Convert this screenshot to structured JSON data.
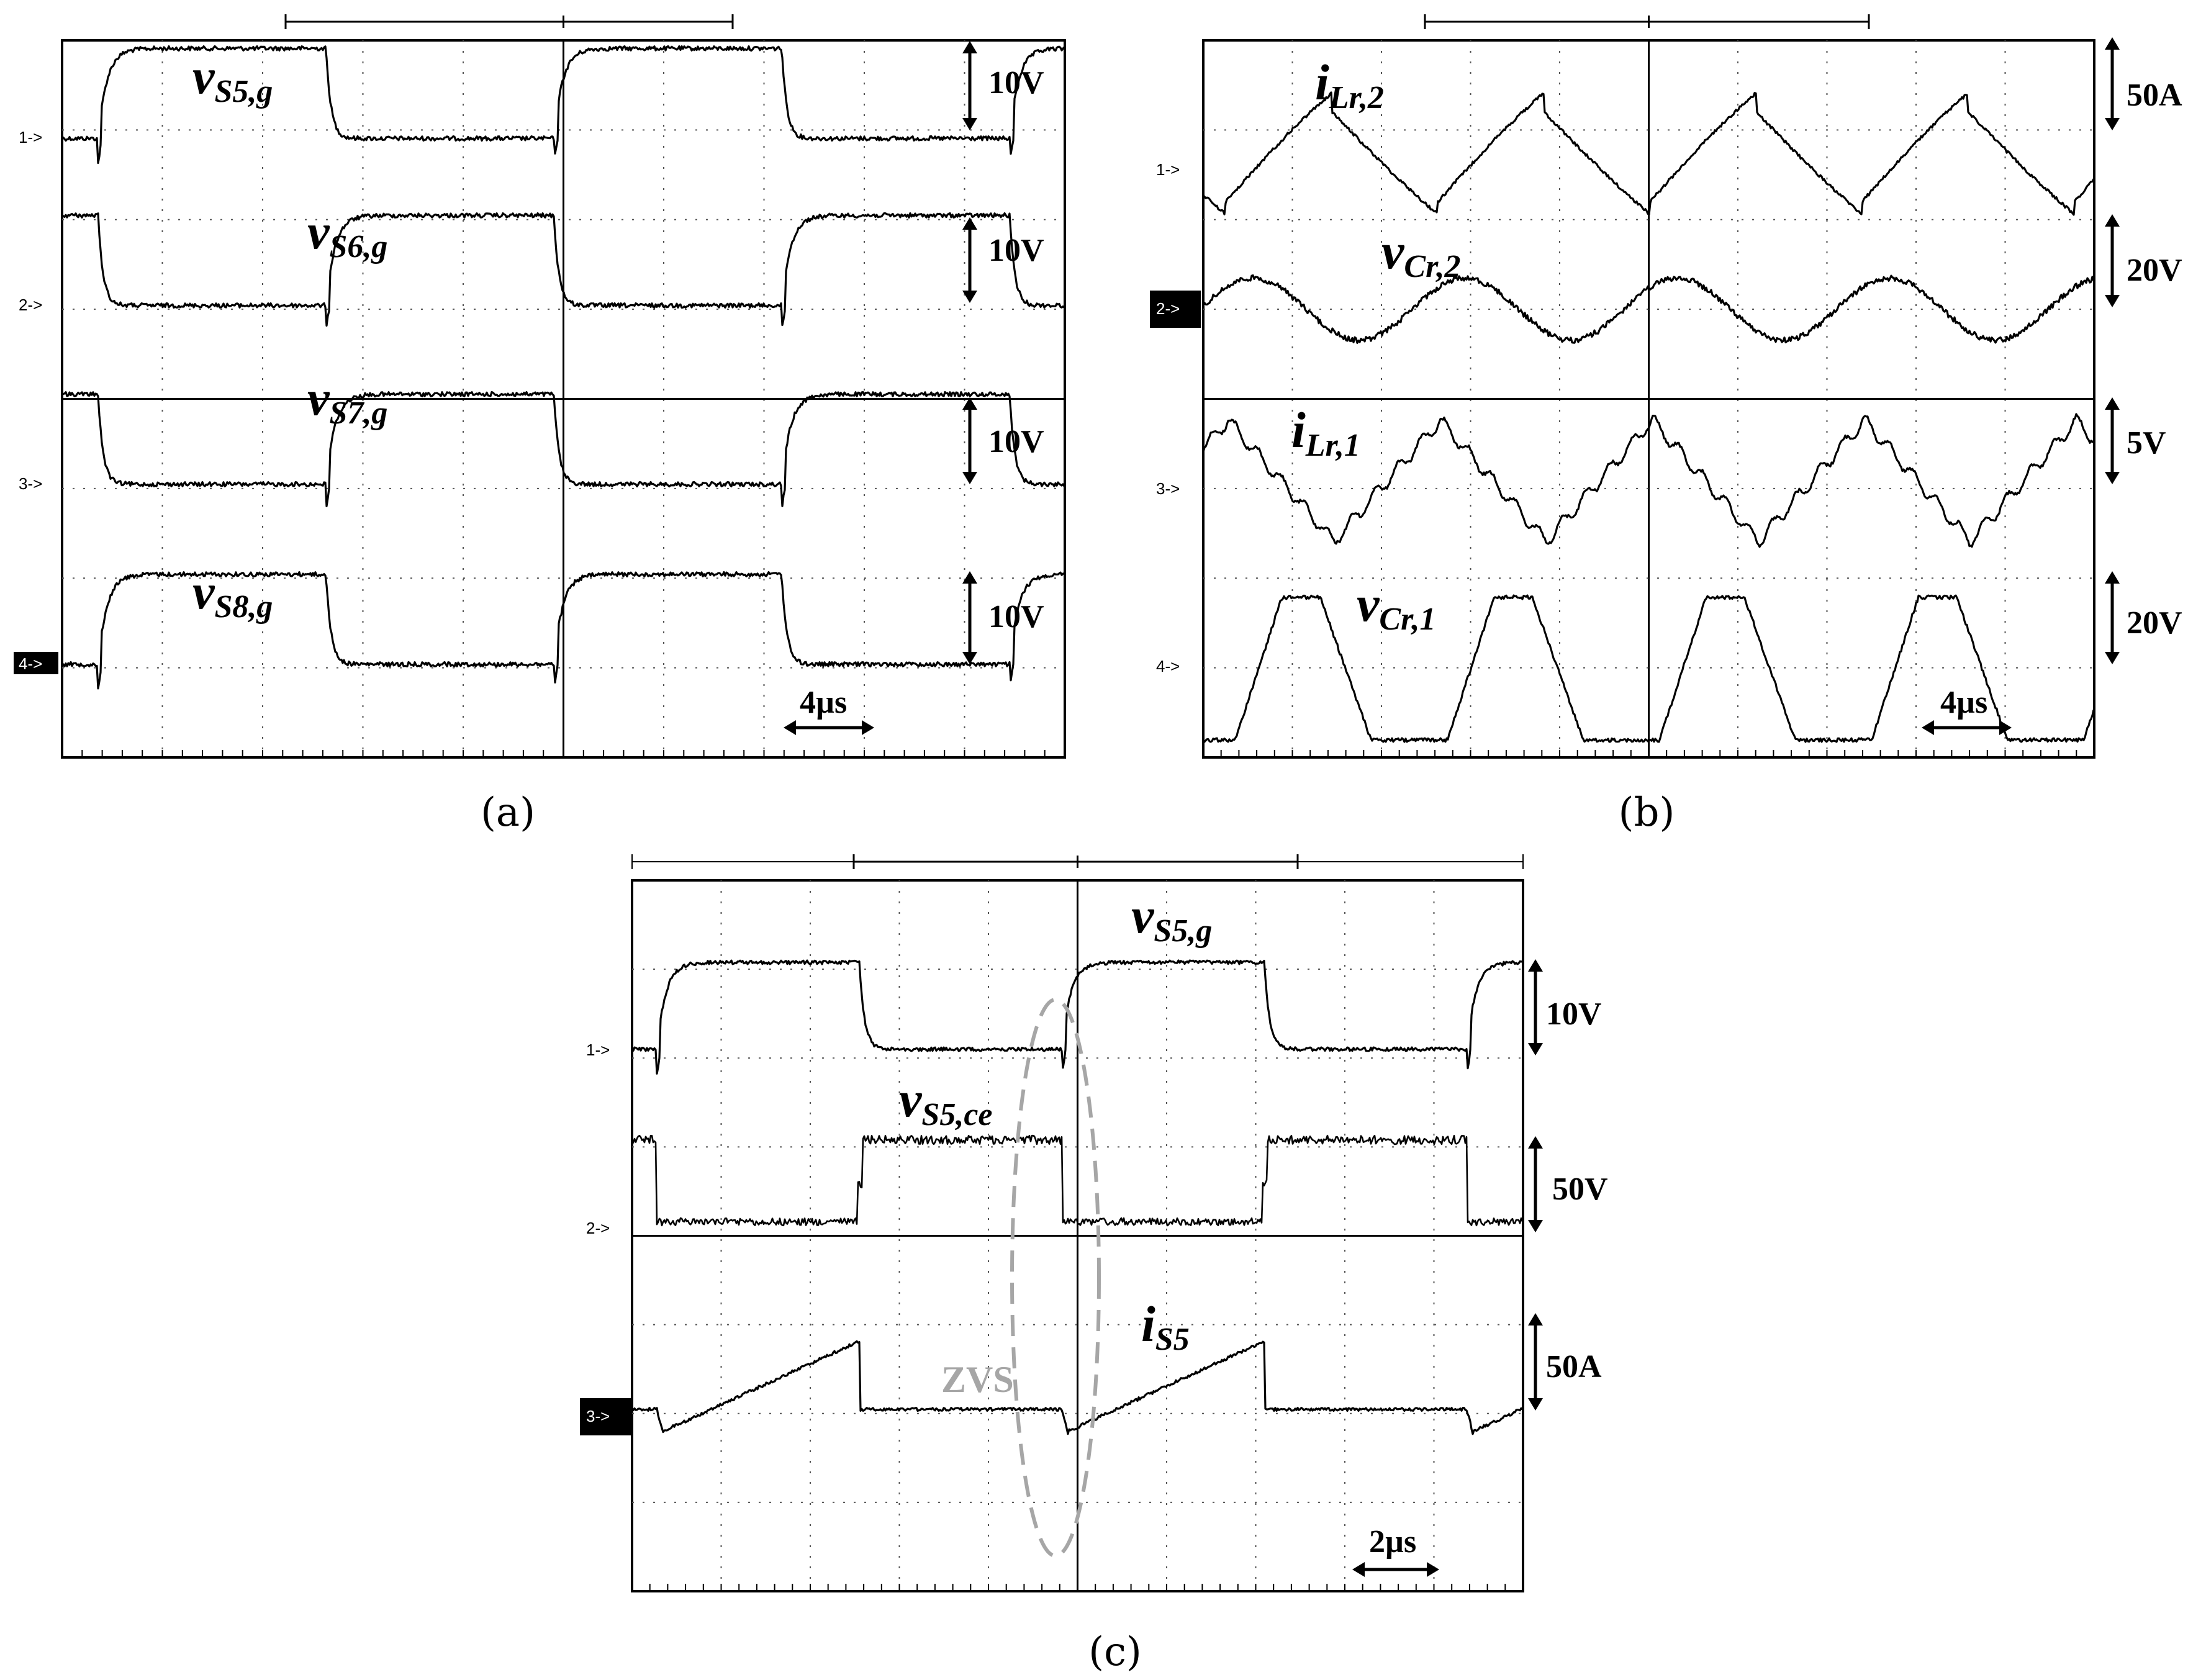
{
  "panels": [
    {
      "id": "a",
      "caption": "(a)",
      "time_scale": "4µs",
      "traces": [
        {
          "marker": "1->",
          "label_main": "v",
          "label_sub": "S5,g",
          "scale": "10V",
          "kind": "gate",
          "phase": 0.0
        },
        {
          "marker": "2->",
          "label_main": "v",
          "label_sub": "S6,g",
          "scale": "10V",
          "kind": "gate",
          "phase": 0.5
        },
        {
          "marker": "3->",
          "label_main": "v",
          "label_sub": "S7,g",
          "scale": "10V",
          "kind": "gate",
          "phase": 0.5
        },
        {
          "marker": "4->",
          "label_main": "v",
          "label_sub": "S8,g",
          "scale": "10V",
          "kind": "gate",
          "phase": 0.0
        }
      ],
      "active_marker": "4->"
    },
    {
      "id": "b",
      "caption": "(b)",
      "time_scale": "4µs",
      "traces": [
        {
          "marker": "1->",
          "label_main": "i",
          "label_sub": "Lr,2",
          "scale": "50A",
          "kind": "sawtooth",
          "phase": 0.0
        },
        {
          "marker": "2->",
          "label_main": "v",
          "label_sub": "Cr,2",
          "scale": "20V",
          "kind": "sine",
          "phase": 0.0
        },
        {
          "marker": "3->",
          "label_main": "i",
          "label_sub": "Lr,1",
          "scale": "5V",
          "kind": "triangle",
          "phase": 0.0
        },
        {
          "marker": "4->",
          "label_main": "v",
          "label_sub": "Cr,1",
          "scale": "20V",
          "kind": "trapezoid",
          "phase": 0.0
        }
      ],
      "active_marker": "2->"
    },
    {
      "id": "c",
      "caption": "(c)",
      "time_scale": "2µs",
      "annotation": "ZVS",
      "traces": [
        {
          "marker": "1->",
          "label_main": "v",
          "label_sub": "S5,g",
          "scale": "10V",
          "kind": "gate",
          "phase": 0.0
        },
        {
          "marker": "2->",
          "label_main": "v",
          "label_sub": "S5,ce",
          "scale": "50V",
          "kind": "ce",
          "phase": 0.0
        },
        {
          "marker": "3->",
          "label_main": "i",
          "label_sub": "S5",
          "scale": "50A",
          "kind": "current",
          "phase": 0.0
        }
      ],
      "active_marker": "3->"
    }
  ]
}
